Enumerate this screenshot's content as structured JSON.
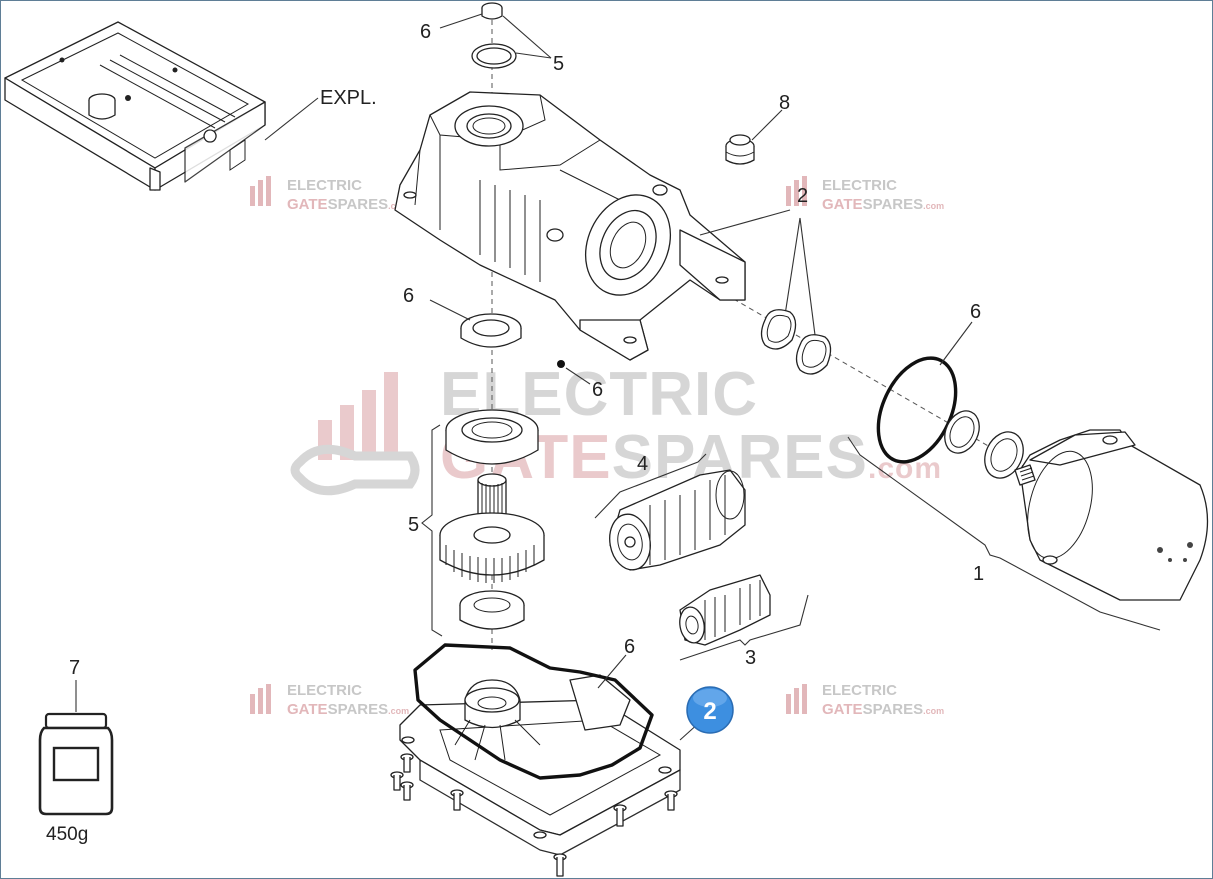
{
  "callouts": {
    "expl": "EXPL.",
    "n1": "1",
    "n2": "2",
    "n3": "3",
    "n4": "4",
    "n5": "5",
    "n6": "6",
    "n7": "7",
    "n8": "8"
  },
  "weight": "450g",
  "badge": "2",
  "watermark": {
    "line1": "ELECTRIC",
    "line2_gate": "GATE",
    "line2_spares": "SPARES",
    "suffix": ".com"
  },
  "colors": {
    "watermark_red": "#d9a0a4",
    "watermark_grey": "#b5b5b5",
    "badge_blue": "#3d8fe0",
    "frame": "#5f7e96"
  }
}
